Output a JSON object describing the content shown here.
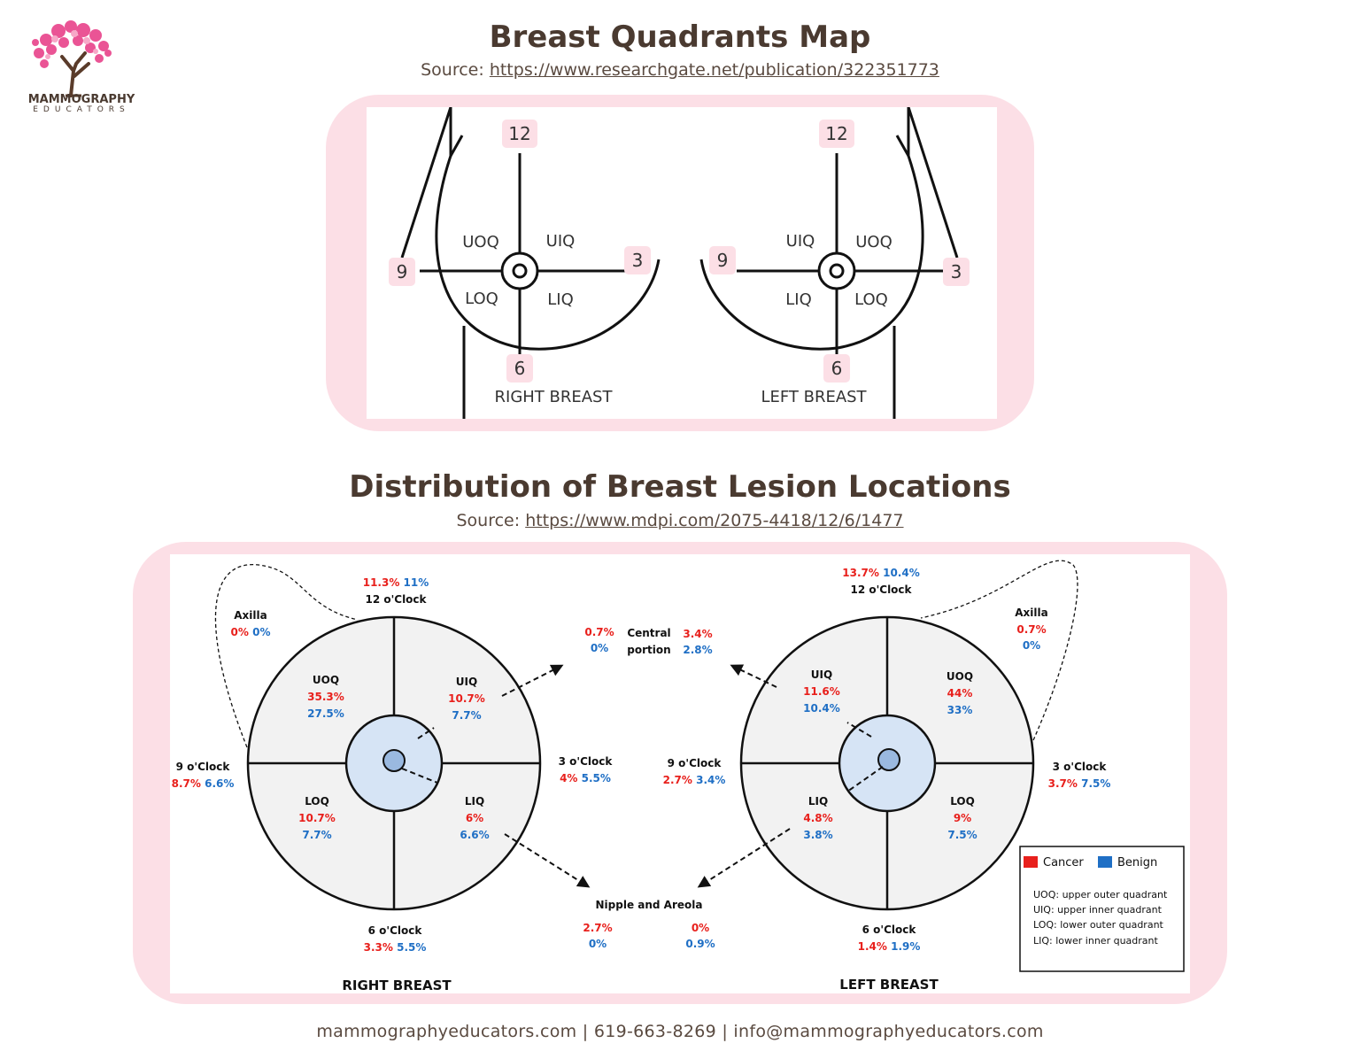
{
  "logo": {
    "line1": "MAMMOGRAPHY",
    "line2": "EDUCATORS",
    "icon": "blossom-tree-icon",
    "colors": {
      "blossom": "#e8428a",
      "trunk": "#5a3b2a"
    }
  },
  "map_section": {
    "title": "Breast Quadrants Map",
    "source_label": "Source:",
    "source_url": "https://www.researchgate.net/publication/322351773",
    "right_breast": {
      "label": "RIGHT BREAST",
      "clock": {
        "top": "12",
        "left": "9",
        "right": "3",
        "bottom": "6"
      },
      "quadrants": {
        "upper_left": "UOQ",
        "upper_right": "UIQ",
        "lower_left": "LOQ",
        "lower_right": "LIQ"
      }
    },
    "left_breast": {
      "label": "LEFT BREAST",
      "clock": {
        "top": "12",
        "left": "9",
        "right": "3",
        "bottom": "6"
      },
      "quadrants": {
        "upper_left": "UIQ",
        "upper_right": "UOQ",
        "lower_left": "LIQ",
        "lower_right": "LOQ"
      }
    }
  },
  "dist_section": {
    "title": "Distribution of Breast Lesion Locations",
    "source_label": "Source:",
    "source_url": "https://www.mdpi.com/2075-4418/12/6/1477",
    "colors": {
      "cancer": "#e8201c",
      "benign": "#1f6fc5"
    },
    "right": {
      "label": "RIGHT BREAST",
      "twelve": {
        "name": "12 o'Clock",
        "cancer": "11.3%",
        "benign": "11%"
      },
      "axilla": {
        "name": "Axilla",
        "cancer": "0%",
        "benign": "0%"
      },
      "nine": {
        "name": "9 o'Clock",
        "cancer": "8.7%",
        "benign": "6.6%"
      },
      "three": {
        "name": "3 o'Clock",
        "cancer": "4%",
        "benign": "5.5%"
      },
      "six": {
        "name": "6 o'Clock",
        "cancer": "3.3%",
        "benign": "5.5%"
      },
      "uoq": {
        "name": "UOQ",
        "cancer": "35.3%",
        "benign": "27.5%"
      },
      "uiq": {
        "name": "UIQ",
        "cancer": "10.7%",
        "benign": "7.7%"
      },
      "loq": {
        "name": "LOQ",
        "cancer": "10.7%",
        "benign": "7.7%"
      },
      "liq": {
        "name": "LIQ",
        "cancer": "6%",
        "benign": "6.6%"
      }
    },
    "left": {
      "label": "LEFT BREAST",
      "twelve": {
        "name": "12 o'Clock",
        "cancer": "13.7%",
        "benign": "10.4%"
      },
      "axilla": {
        "name": "Axilla",
        "cancer": "0.7%",
        "benign": "0%"
      },
      "nine": {
        "name": "9 o'Clock",
        "cancer": "2.7%",
        "benign": "3.4%"
      },
      "three": {
        "name": "3 o'Clock",
        "cancer": "3.7%",
        "benign": "7.5%"
      },
      "six": {
        "name": "6 o'Clock",
        "cancer": "1.4%",
        "benign": "1.9%"
      },
      "uiq": {
        "name": "UIQ",
        "cancer": "11.6%",
        "benign": "10.4%"
      },
      "uoq": {
        "name": "UOQ",
        "cancer": "44%",
        "benign": "33%"
      },
      "liq": {
        "name": "LIQ",
        "cancer": "4.8%",
        "benign": "3.8%"
      },
      "loq": {
        "name": "LOQ",
        "cancer": "9%",
        "benign": "7.5%"
      }
    },
    "central": {
      "line1": "Central",
      "line2": "portion",
      "right_cancer": "0.7%",
      "right_benign": "0%",
      "left_cancer": "3.4%",
      "left_benign": "2.8%"
    },
    "nipple": {
      "name": "Nipple and Areola",
      "right_cancer": "2.7%",
      "right_benign": "0%",
      "left_cancer": "0%",
      "left_benign": "0.9%"
    },
    "legend": {
      "cancer_label": "Cancer",
      "benign_label": "Benign",
      "definitions": [
        "UOQ: upper outer quadrant",
        "UIQ: upper inner quadrant",
        "LOQ: lower outer quadrant",
        "LIQ: lower inner quadrant"
      ]
    }
  },
  "footer": {
    "text": "mammographyeducators.com | 619-663-8269 | info@mammographyeducators.com"
  }
}
